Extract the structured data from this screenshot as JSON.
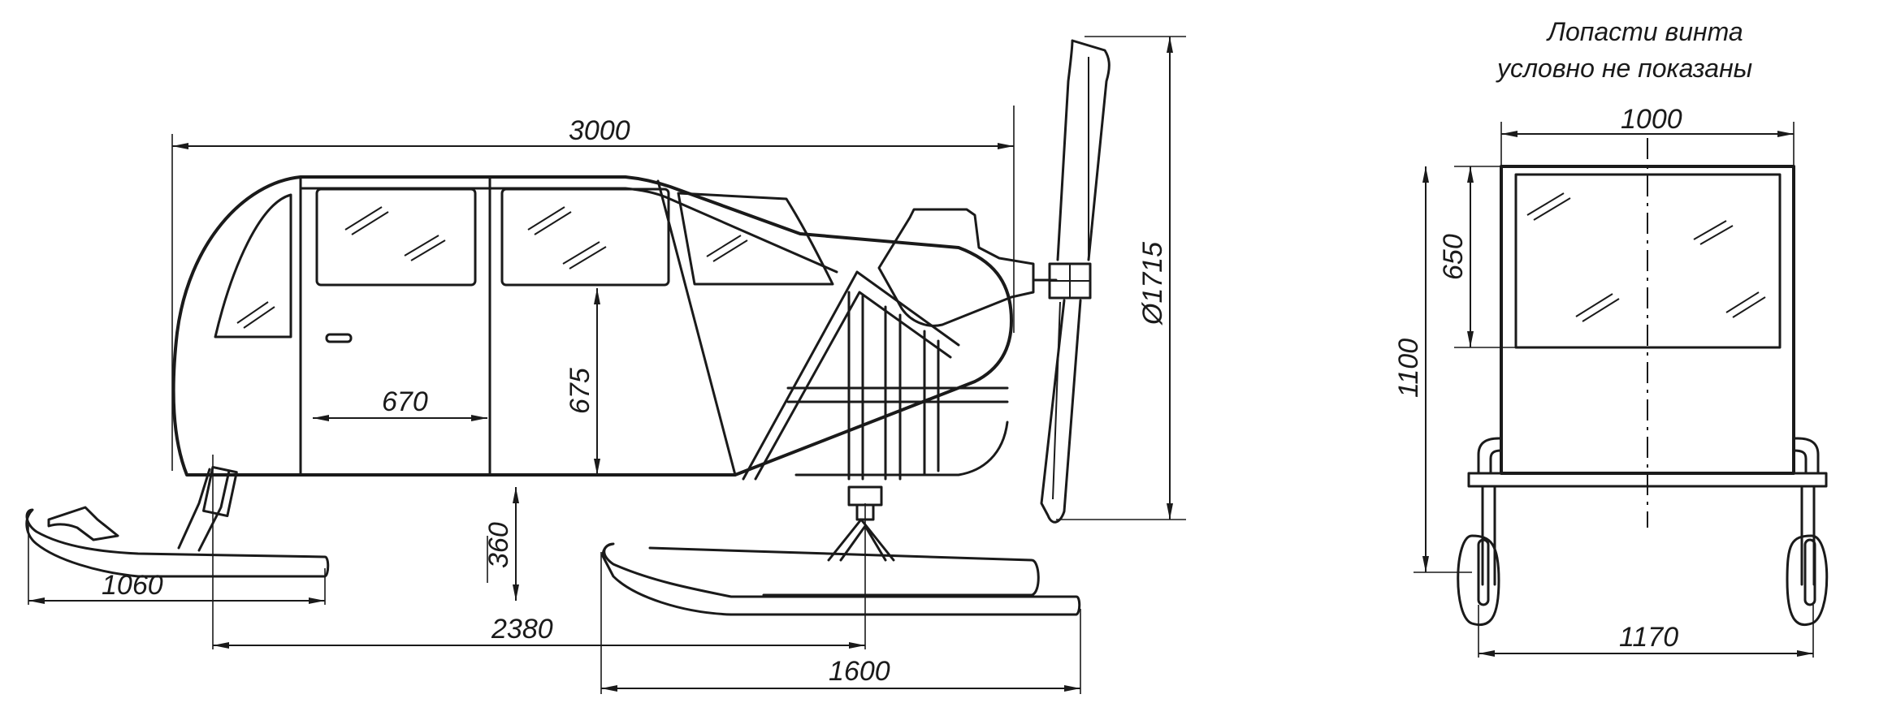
{
  "note": {
    "line1": "Лопасти винта",
    "line2": "условно не показаны"
  },
  "side_view": {
    "overall_length": "3000",
    "door_width": "670",
    "door_height": "675",
    "ground_clearance": "360",
    "propeller_diameter": "Ø1715",
    "front_ski_length": "1060",
    "ski_base": "2380",
    "rear_ski_length": "1600"
  },
  "front_view": {
    "cabin_width": "1000",
    "window_height": "650",
    "overall_height": "1100",
    "track_width": "1170"
  }
}
